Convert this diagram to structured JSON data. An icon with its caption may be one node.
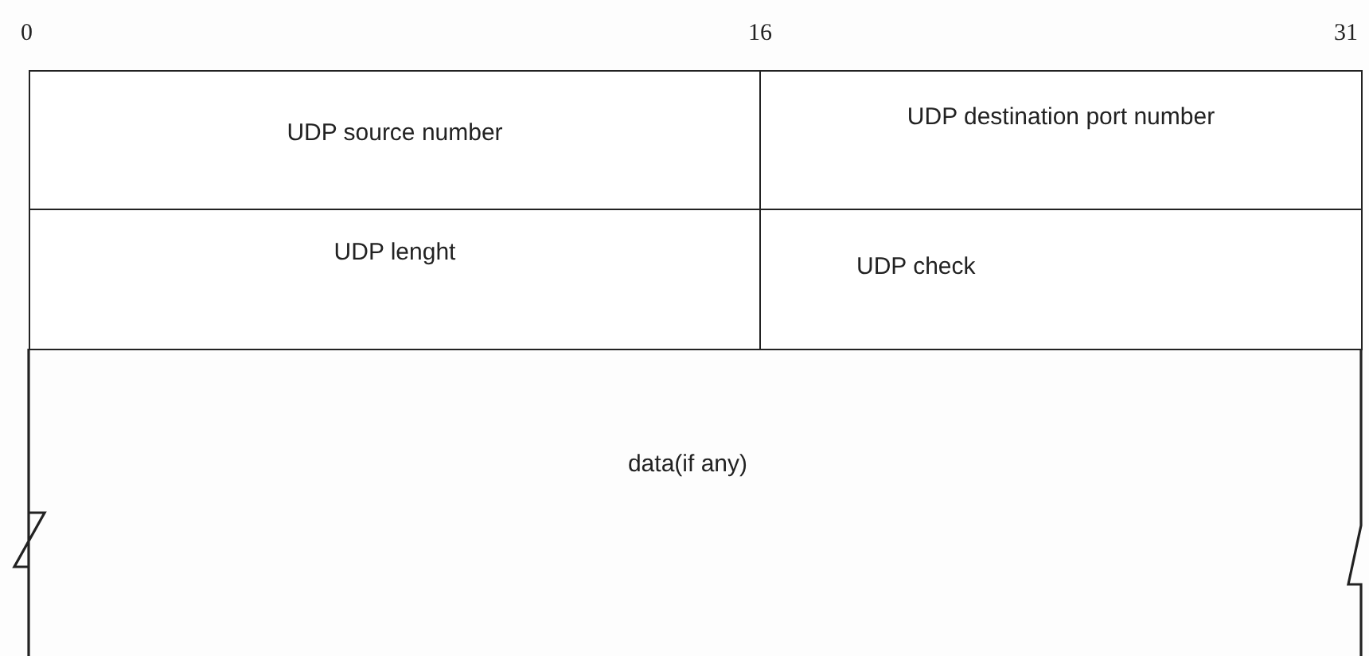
{
  "diagram": {
    "nodes": [
      {
        "text": [
          "UDP source number"
        ]
      },
      {
        "text": [
          "UDP destination port number"
        ]
      },
      {
        "text": [
          "UDP lenght"
        ]
      },
      {
        "text": [
          "UDP check"
        ]
      },
      {
        "text": [
          "data(if any)"
        ]
      }
    ],
    "labels": [
      "0",
      "16",
      "31"
    ]
  }
}
